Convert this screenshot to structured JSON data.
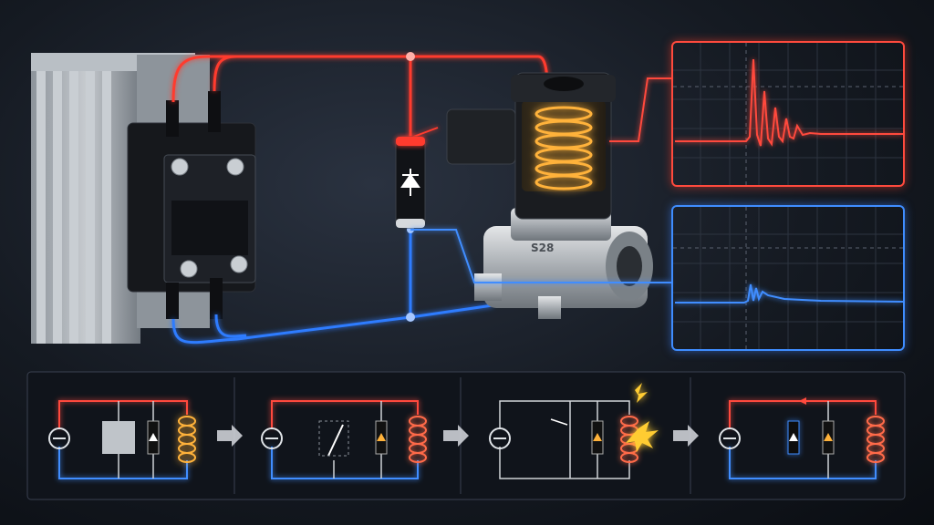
{
  "diagram": {
    "components": {
      "relay_label": "solid-state-relay",
      "diode_symbol": "diode-icon",
      "valve_marking": "S28"
    },
    "colors": {
      "positive_wire": "#ff3b2f",
      "negative_wire": "#2f7bff",
      "coil_glow": "#ffb23a",
      "spark": "#ffcc33",
      "panel_border": "#3a4150"
    },
    "scopes": [
      {
        "name": "red-spike-trace",
        "color": "#ff4a3d"
      },
      {
        "name": "blue-suppressed-trace",
        "color": "#3f8dff"
      }
    ],
    "steps": [
      {
        "name": "step-1-relay-on"
      },
      {
        "name": "step-2-switch-open"
      },
      {
        "name": "step-3-spark"
      },
      {
        "name": "step-4-diode-clamp"
      }
    ]
  }
}
